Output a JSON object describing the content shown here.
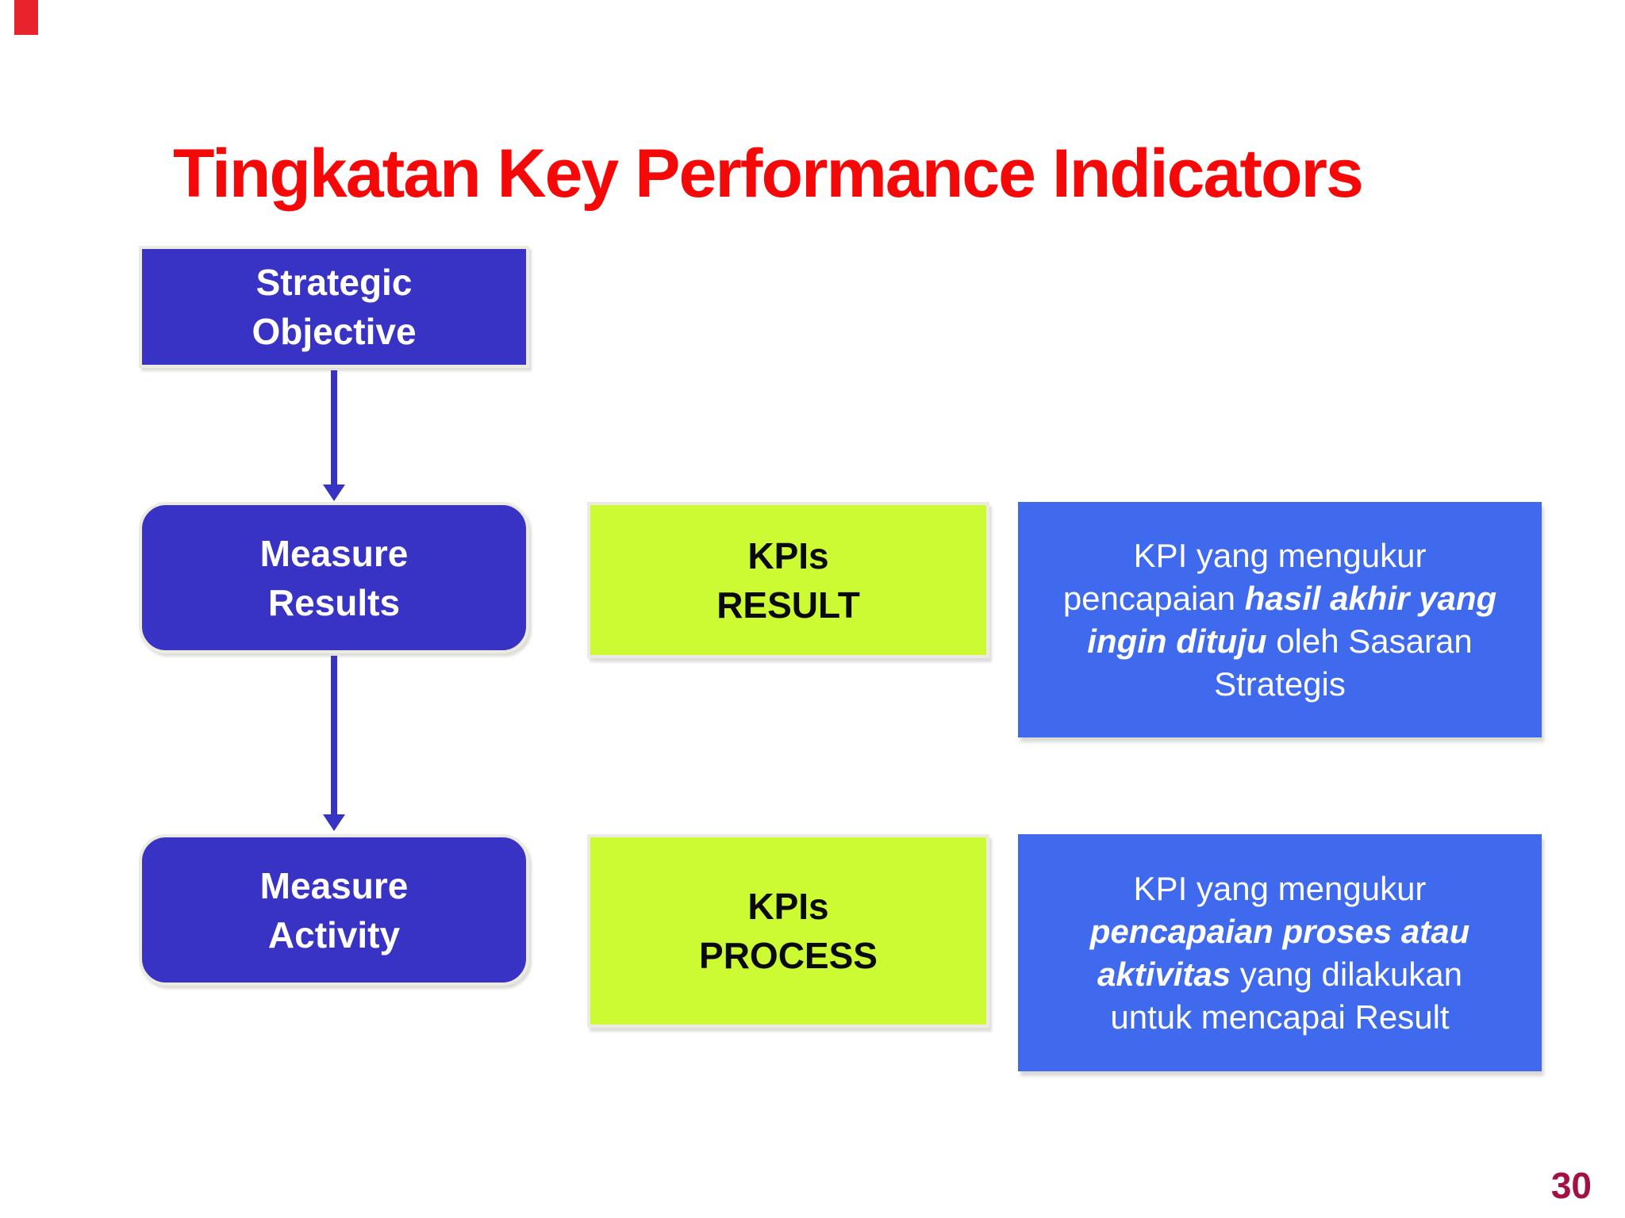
{
  "title": {
    "text": "Tingkatan Key Performance Indicators"
  },
  "colors": {
    "red_title": "#F50808",
    "red_accent": "#E8232B",
    "indigo": "#3933C5",
    "box_border": "#EDEAE1",
    "yellow": "#CCFA33",
    "kpi_text": "#0A0A0A",
    "blue_bright": "#3F6AEE",
    "page_num": "#A31140"
  },
  "flow": {
    "boxes": [
      {
        "id": "strategic-objective",
        "label": "Strategic\nObjective"
      },
      {
        "id": "measure-results",
        "label": "Measure\nResults"
      },
      {
        "id": "measure-activity",
        "label": "Measure\nActivity"
      }
    ]
  },
  "kpi_boxes": [
    {
      "id": "kpis-result",
      "label": "KPIs\nRESULT"
    },
    {
      "id": "kpis-process",
      "label": "KPIs\nPROCESS"
    }
  ],
  "description_boxes": [
    {
      "id": "result-description",
      "lines": [
        [
          {
            "t": "KPI yang mengukur",
            "em": false
          }
        ],
        [
          {
            "t": "pencapaian ",
            "em": false
          },
          {
            "t": "hasil akhir yang",
            "em": true
          }
        ],
        [
          {
            "t": "ingin dituju",
            "em": true
          },
          {
            "t": " oleh Sasaran",
            "em": false
          }
        ],
        [
          {
            "t": "Strategis",
            "em": false
          }
        ]
      ]
    },
    {
      "id": "process-description",
      "lines": [
        [
          {
            "t": "KPI yang mengukur",
            "em": false
          }
        ],
        [
          {
            "t": "pencapaian proses atau",
            "em": true
          }
        ],
        [
          {
            "t": "aktivitas",
            "em": true
          },
          {
            "t": " yang dilakukan",
            "em": false
          }
        ],
        [
          {
            "t": "untuk mencapai Result",
            "em": false
          }
        ]
      ]
    }
  ],
  "page": {
    "number": "30"
  }
}
